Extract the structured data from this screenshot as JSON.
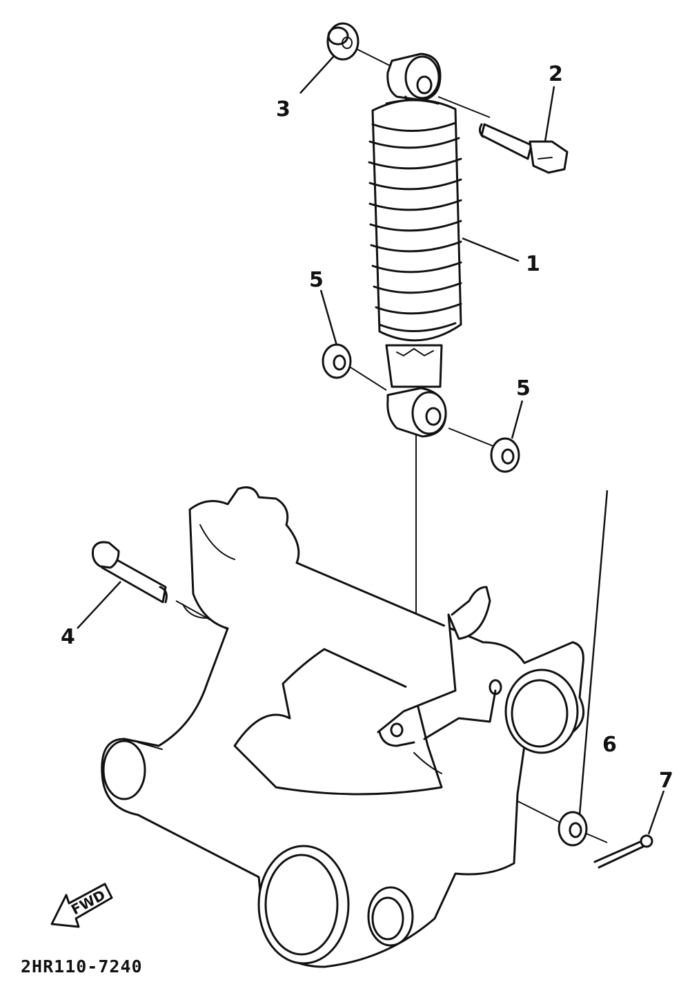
{
  "diagram_code": "2HR110-7240",
  "fwd_label": "FWD",
  "callouts": {
    "c1": "1",
    "c2": "2",
    "c3": "3",
    "c4": "4",
    "c5a": "5",
    "c5b": "5",
    "c6": "6",
    "c7": "7"
  }
}
